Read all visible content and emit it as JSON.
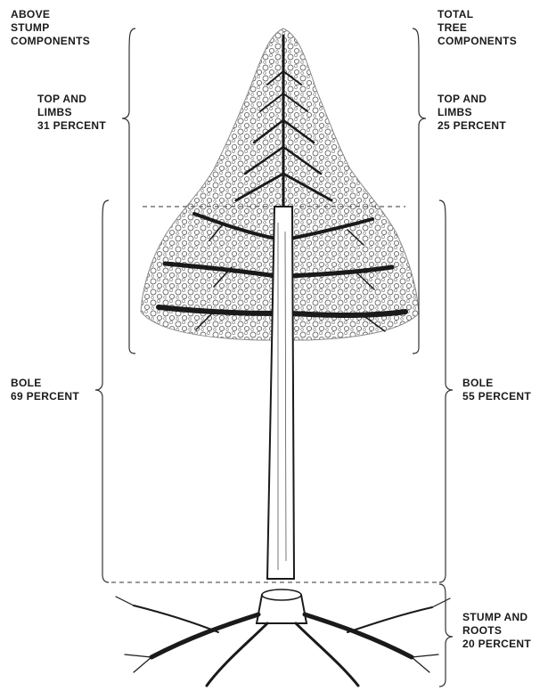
{
  "left_labels": {
    "header": [
      "ABOVE",
      "STUMP",
      "COMPONENTS"
    ],
    "top_limbs": [
      "TOP AND",
      "LIMBS",
      "31 PERCENT"
    ],
    "bole": [
      "BOLE",
      "69 PERCENT"
    ]
  },
  "right_labels": {
    "header": [
      "TOTAL",
      "TREE",
      "COMPONENTS"
    ],
    "top_limbs": [
      "TOP AND",
      "LIMBS",
      "25 PERCENT"
    ],
    "bole": [
      "BOLE",
      "55 PERCENT"
    ],
    "stump_roots": [
      "STUMP AND",
      "ROOTS",
      "20 PERCENT"
    ]
  },
  "colors": {
    "ink": "#1a1a1a",
    "foliage": "#7a7a7a",
    "bracket": "#333333"
  }
}
